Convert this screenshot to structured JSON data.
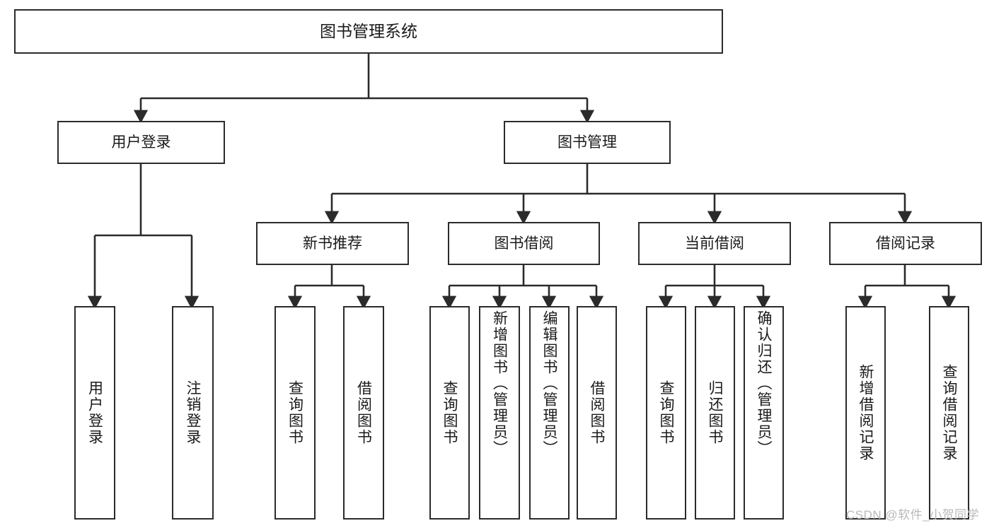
{
  "diagram": {
    "title": "图书管理系统",
    "type": "功能结构图",
    "style": {
      "background": "#ffffff",
      "box_border": "#2b2b2b",
      "box_fill": "#ffffff",
      "connector": "#2b2b2b",
      "text": "#1a1a1a",
      "watermark": "#b9b9b9"
    },
    "root": {
      "label": "图书管理系统"
    },
    "level2": [
      {
        "label": "用户登录"
      },
      {
        "label": "图书管理"
      }
    ],
    "level3": [
      {
        "label": "新书推荐"
      },
      {
        "label": "图书借阅"
      },
      {
        "label": "当前借阅"
      },
      {
        "label": "借阅记录"
      }
    ],
    "leaves": {
      "user_login": [
        {
          "label": "用户登录"
        },
        {
          "label": "注销登录"
        }
      ],
      "new_book": [
        {
          "label": "查询图书"
        },
        {
          "label": "借阅图书"
        }
      ],
      "book_borrow": [
        {
          "label": "查询图书"
        },
        {
          "label": "新增图书（管理员）"
        },
        {
          "label": "编辑图书（管理员）"
        },
        {
          "label": "借阅图书"
        }
      ],
      "current_borrow": [
        {
          "label": "查询图书"
        },
        {
          "label": "归还图书"
        },
        {
          "label": "确认归还（管理员）"
        }
      ],
      "borrow_record": [
        {
          "label": "新增借阅记录"
        },
        {
          "label": "查询借阅记录"
        }
      ]
    }
  },
  "watermark": {
    "text": "CSDN @软件_小贺同学"
  }
}
